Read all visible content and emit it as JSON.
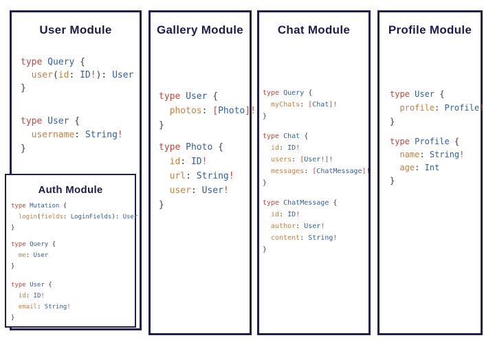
{
  "palette": {
    "border": "#1f1f4e",
    "title": "#1c1c4e",
    "k": "#c5453a",
    "t": "#2e5fa6",
    "f": "#c97e3d",
    "p": "#3d3d3d"
  },
  "panels": {
    "user": {
      "title": "User Module",
      "blocks": [
        [
          [
            [
              "type ",
              "k"
            ],
            [
              "Query ",
              "t"
            ],
            [
              "{",
              "p"
            ]
          ],
          [
            [
              "  user",
              "f"
            ],
            [
              "(",
              "p"
            ],
            [
              "id",
              "f"
            ],
            [
              ": ",
              "p"
            ],
            [
              "ID",
              "t"
            ],
            [
              "!",
              "k"
            ],
            [
              "): ",
              "p"
            ],
            [
              "User",
              "t"
            ]
          ],
          [
            [
              "}",
              "p"
            ]
          ]
        ],
        [
          [
            [
              "type ",
              "k"
            ],
            [
              "User ",
              "t"
            ],
            [
              "{",
              "p"
            ]
          ],
          [
            [
              "  username",
              "f"
            ],
            [
              ": ",
              "p"
            ],
            [
              "String",
              "t"
            ],
            [
              "!",
              "k"
            ]
          ],
          [
            [
              "}",
              "p"
            ]
          ]
        ]
      ]
    },
    "auth": {
      "title": "Auth Module",
      "blocks": [
        [
          [
            [
              "type ",
              "k"
            ],
            [
              "Mutation ",
              "t"
            ],
            [
              "{",
              "p"
            ]
          ],
          [
            [
              "  login",
              "f"
            ],
            [
              "(",
              "p"
            ],
            [
              "fields",
              "f"
            ],
            [
              ": ",
              "p"
            ],
            [
              "LoginFields",
              "t"
            ],
            [
              "): ",
              "p"
            ],
            [
              "User",
              "t"
            ]
          ],
          [
            [
              "}",
              "p"
            ]
          ]
        ],
        [
          [
            [
              "type ",
              "k"
            ],
            [
              "Query ",
              "t"
            ],
            [
              "{",
              "p"
            ]
          ],
          [
            [
              "  me",
              "f"
            ],
            [
              ": ",
              "p"
            ],
            [
              "User",
              "t"
            ]
          ],
          [
            [
              "}",
              "p"
            ]
          ]
        ],
        [
          [
            [
              "type ",
              "k"
            ],
            [
              "User ",
              "t"
            ],
            [
              "{",
              "p"
            ]
          ],
          [
            [
              "  id",
              "f"
            ],
            [
              ": ",
              "p"
            ],
            [
              "ID",
              "t"
            ],
            [
              "!",
              "k"
            ]
          ],
          [
            [
              "  email",
              "f"
            ],
            [
              ": ",
              "p"
            ],
            [
              "String",
              "t"
            ],
            [
              "!",
              "k"
            ]
          ],
          [
            [
              "}",
              "p"
            ]
          ]
        ]
      ]
    },
    "gallery": {
      "title": "Gallery Module",
      "blocks": [
        [
          [
            [
              "type ",
              "k"
            ],
            [
              "User ",
              "t"
            ],
            [
              "{",
              "p"
            ]
          ],
          [
            [
              "  photos",
              "f"
            ],
            [
              ": ",
              "p"
            ],
            [
              "[",
              "k"
            ],
            [
              "Photo",
              "t"
            ],
            [
              "]!",
              "k"
            ]
          ],
          [
            [
              "}",
              "p"
            ]
          ]
        ],
        [
          [
            [
              "type ",
              "k"
            ],
            [
              "Photo ",
              "t"
            ],
            [
              "{",
              "p"
            ]
          ],
          [
            [
              "  id",
              "f"
            ],
            [
              ": ",
              "p"
            ],
            [
              "ID",
              "t"
            ],
            [
              "!",
              "k"
            ]
          ],
          [
            [
              "  url",
              "f"
            ],
            [
              ": ",
              "p"
            ],
            [
              "String",
              "t"
            ],
            [
              "!",
              "k"
            ]
          ],
          [
            [
              "  user",
              "f"
            ],
            [
              ": ",
              "p"
            ],
            [
              "User",
              "t"
            ],
            [
              "!",
              "k"
            ]
          ],
          [
            [
              "}",
              "p"
            ]
          ]
        ]
      ]
    },
    "chat": {
      "title": "Chat Module",
      "blocks": [
        [
          [
            [
              "type ",
              "k"
            ],
            [
              "Query ",
              "t"
            ],
            [
              "{",
              "p"
            ]
          ],
          [
            [
              "  myChats",
              "f"
            ],
            [
              ": ",
              "p"
            ],
            [
              "[",
              "k"
            ],
            [
              "Chat",
              "t"
            ],
            [
              "]!",
              "k"
            ]
          ],
          [
            [
              "}",
              "p"
            ]
          ]
        ],
        [
          [
            [
              "type ",
              "k"
            ],
            [
              "Chat ",
              "t"
            ],
            [
              "{",
              "p"
            ]
          ],
          [
            [
              "  id",
              "f"
            ],
            [
              ": ",
              "p"
            ],
            [
              "ID",
              "t"
            ],
            [
              "!",
              "k"
            ]
          ],
          [
            [
              "  users",
              "f"
            ],
            [
              ": ",
              "p"
            ],
            [
              "[",
              "k"
            ],
            [
              "User",
              "t"
            ],
            [
              "!]!",
              "k"
            ]
          ],
          [
            [
              "  messages",
              "f"
            ],
            [
              ": ",
              "p"
            ],
            [
              "[",
              "k"
            ],
            [
              "ChatMessage",
              "t"
            ],
            [
              "]!",
              "k"
            ]
          ],
          [
            [
              "}",
              "p"
            ]
          ]
        ],
        [
          [
            [
              "type ",
              "k"
            ],
            [
              "ChatMessage ",
              "t"
            ],
            [
              "{",
              "p"
            ]
          ],
          [
            [
              "  id",
              "f"
            ],
            [
              ": ",
              "p"
            ],
            [
              "ID",
              "t"
            ],
            [
              "!",
              "k"
            ]
          ],
          [
            [
              "  author",
              "f"
            ],
            [
              ": ",
              "p"
            ],
            [
              "User",
              "t"
            ],
            [
              "!",
              "k"
            ]
          ],
          [
            [
              "  content",
              "f"
            ],
            [
              ": ",
              "p"
            ],
            [
              "String",
              "t"
            ],
            [
              "!",
              "k"
            ]
          ],
          [
            [
              "}",
              "p"
            ]
          ]
        ]
      ]
    },
    "profile": {
      "title": "Profile Module",
      "blocks": [
        [
          [
            [
              "type ",
              "k"
            ],
            [
              "User ",
              "t"
            ],
            [
              "{",
              "p"
            ]
          ],
          [
            [
              "  profile",
              "f"
            ],
            [
              ": ",
              "p"
            ],
            [
              "Profile",
              "t"
            ],
            [
              "!",
              "k"
            ]
          ],
          [
            [
              "}",
              "p"
            ]
          ]
        ],
        [
          [
            [
              "type ",
              "k"
            ],
            [
              "Profile ",
              "t"
            ],
            [
              "{",
              "p"
            ]
          ],
          [
            [
              "  name",
              "f"
            ],
            [
              ": ",
              "p"
            ],
            [
              "String",
              "t"
            ],
            [
              "!",
              "k"
            ]
          ],
          [
            [
              "  age",
              "f"
            ],
            [
              ": ",
              "p"
            ],
            [
              "Int",
              "t"
            ]
          ],
          [
            [
              "}",
              "p"
            ]
          ]
        ]
      ]
    }
  }
}
